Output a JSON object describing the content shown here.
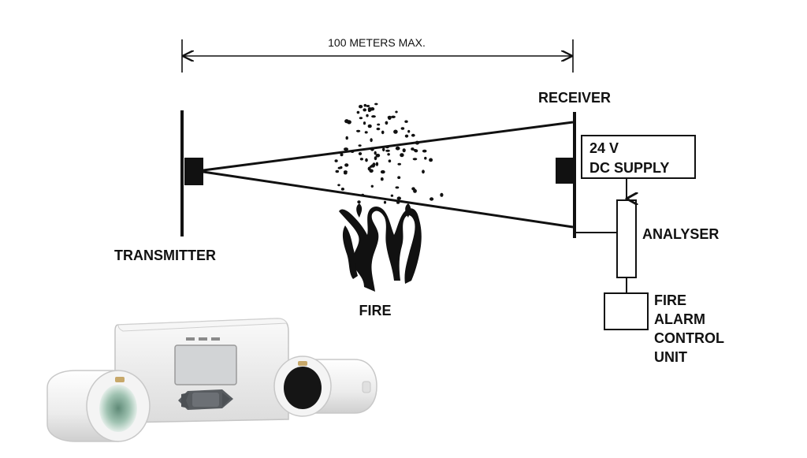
{
  "diagram": {
    "distance_label": "100 METERS MAX.",
    "receiver_label": "RECEIVER",
    "transmitter_label": "TRANSMITTER",
    "fire_label": "FIRE",
    "supply_line1": "24 V",
    "supply_line2": "DC SUPPLY",
    "analyser_label": "ANALYSER",
    "control_unit_lines": [
      "FIRE",
      "ALARM",
      "CONTROL",
      "UNIT"
    ]
  },
  "colors": {
    "ink": "#111111",
    "device_body": "#eeeeee",
    "display_screen": "#d2d4d6",
    "keypad": "#585c60",
    "lens_dark": "#151515",
    "lens_green": "#8fb3a2"
  },
  "icons": {
    "flame": "fire-flame-icon",
    "smoke": "smoke-particles-icon",
    "device": "beam-detector-device-icon"
  }
}
